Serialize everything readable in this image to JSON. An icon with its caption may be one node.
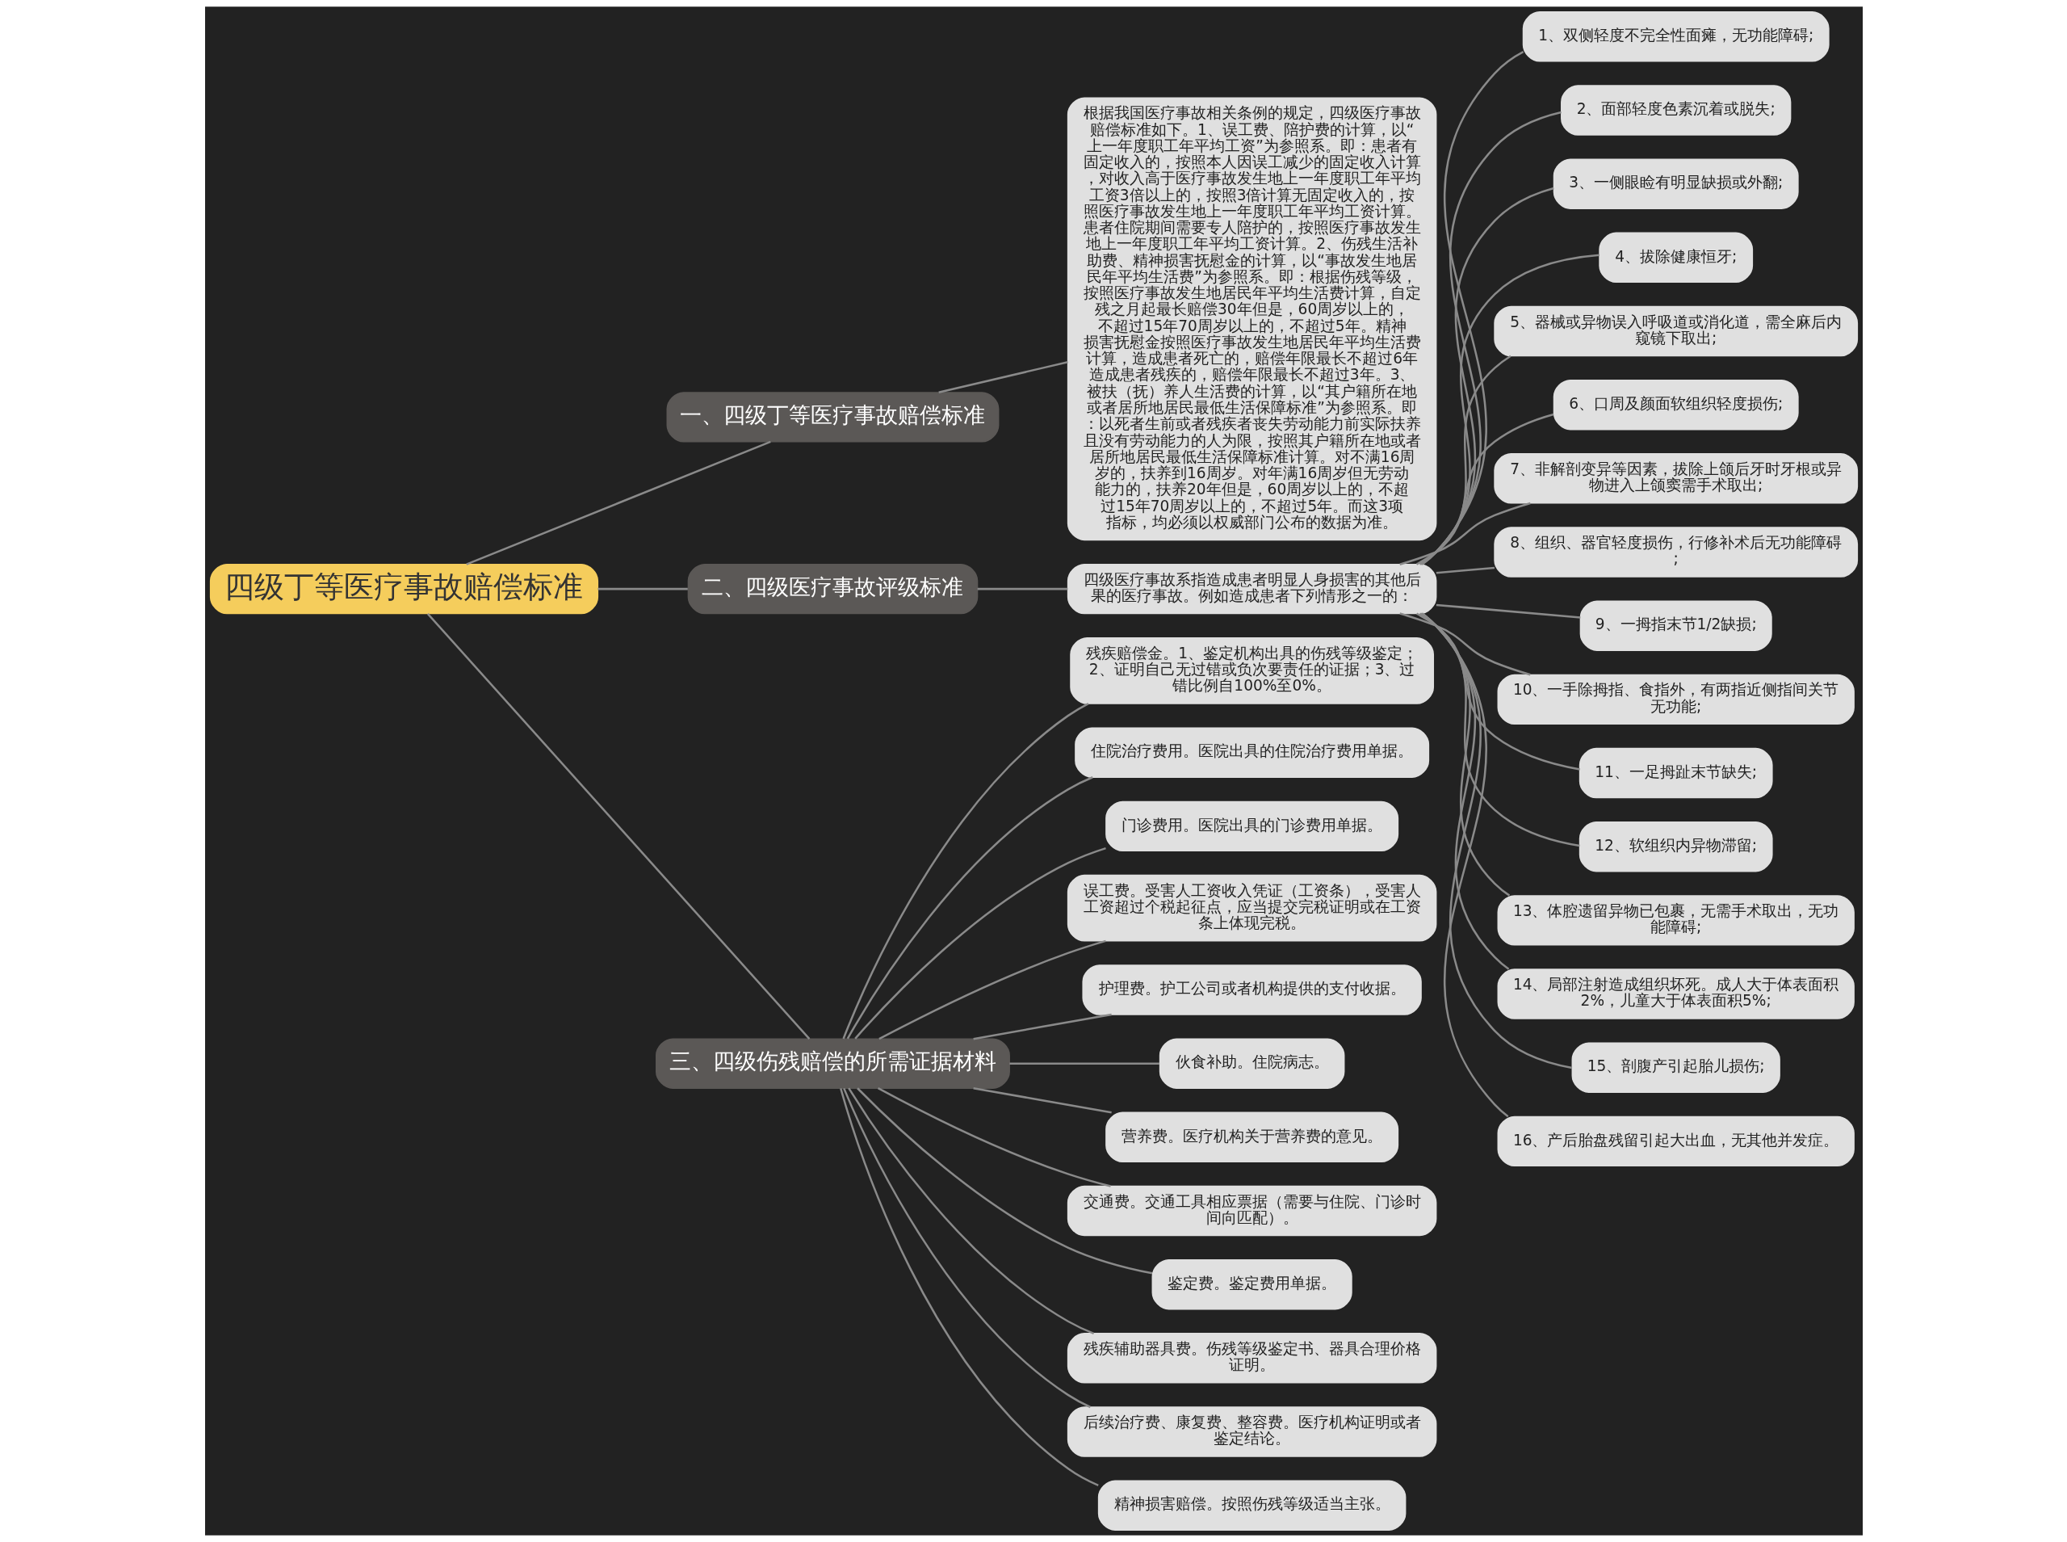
{
  "diagram": {
    "nodes": [
      {
        "text": [
          "四级丁等医疗事故赔偿标准"
        ]
      },
      {
        "text": [
          "一、四级丁等医疗事故赔偿标准"
        ]
      },
      {
        "text": [
          "根据我国医疗事故相关条例的规定，四级医疗事故赔偿标准如下。1、误工费、陪护费的计算，以“上一年度职工年平均工资”为参照系。即：患者有固定收入的，按照本人因误工减少的固定收入计算，对收入高于医疗事故发生地上一年度职工年平均工资3倍以上的，按照3倍计算无固定收入的，按照医疗事故发生地上一年度职工年平均工资计算。患者住院期间需要专人陪护的，按照医疗事故发生地上一年度职工年平均工资计算。2、伤残生活补助费、精神损害抚慰金的计算，以“事故发生地居民年平均生活费”为参照系。即：根据伤残等级，按照医疗事故发生地居民年平均生活费计算，自定残之月起最长赔偿30年但是，60周岁以上的，不超过15年70周岁以上的，不超过5年。精神损害抚慰金按照医疗事故发生地居民年平均生活费计算，造成患者死亡的，赔偿年限最长不超过6年造成患者残疾的，赔偿年限最长不超过3年。3、被扶（抚）养人生活费的计算，以“其户籍所在地或者居所地居民最低生活保障标准”为参照系。即：以死者生前或者残疾者丧失劳动能力前实际扶养且没有劳动能力的人为限，按照其户籍所在地或者居所地居民最低生活保障标准计算。对不满16周岁的，扶养到16周岁。对年满16周岁但无劳动能力的，扶养20年但是，60周岁以上的，不超过15年70周岁以上的，不超过5年。而这3项指标，均必须以权威部门公布的数据为准。"
        ]
      },
      {
        "text": [
          "二、四级医疗事故评级标准"
        ]
      },
      {
        "text": [
          "四级医疗事故系指造成患者明显人身损害的其他后果的医疗事故。例如造成患者下列情形之一的："
        ]
      },
      {
        "text": [
          "1、双侧轻度不完全性面瘫，无功能障碍;"
        ]
      },
      {
        "text": [
          "2、面部轻度色素沉着或脱失;"
        ]
      },
      {
        "text": [
          "3、一侧眼睑有明显缺损或外翻;"
        ]
      },
      {
        "text": [
          "4、拔除健康恒牙;"
        ]
      },
      {
        "text": [
          "5、器械或异物误入呼吸道或消化道，需全麻后内窥镜下取出;"
        ]
      },
      {
        "text": [
          "6、口周及颜面软组织轻度损伤;"
        ]
      },
      {
        "text": [
          "7、非解剖变异等因素，拔除上颌后牙时牙根或异物进入上颌窦需手术取出;"
        ]
      },
      {
        "text": [
          "8、组织、器官轻度损伤，行修补术后无功能障碍;"
        ]
      },
      {
        "text": [
          "9、一拇指末节1/2缺损;"
        ]
      },
      {
        "text": [
          "10、一手除拇指、食指外，有两指近侧指间关节无功能;"
        ]
      },
      {
        "text": [
          "11、一足拇趾末节缺失;"
        ]
      },
      {
        "text": [
          "12、软组织内异物滞留;"
        ]
      },
      {
        "text": [
          "13、体腔遗留异物已包裹，无需手术取出，无功能障碍;"
        ]
      },
      {
        "text": [
          "14、局部注射造成组织坏死。成人大于体表面积2%，儿童大于体表面积5%;"
        ]
      },
      {
        "text": [
          "15、剖腹产引起胎儿损伤;"
        ]
      },
      {
        "text": [
          "16、产后胎盘残留引起大出血，无其他并发症。"
        ]
      },
      {
        "text": [
          "三、四级伤残赔偿的所需证据材料"
        ]
      },
      {
        "text": [
          "残疾赔偿金。1、鉴定机构出具的伤残等级鉴定；2、证明自己无过错或负次要责任的证据；3、过错比例自100%至0%。"
        ]
      },
      {
        "text": [
          "住院治疗费用。医院出具的住院治疗费用单据。"
        ]
      },
      {
        "text": [
          "门诊费用。医院出具的门诊费用单据。"
        ]
      },
      {
        "text": [
          "误工费。受害人工资收入凭证（工资条），受害人工资超过个税起征点，应当提交完税证明或在工资条上体现完税。"
        ]
      },
      {
        "text": [
          "护理费。护工公司或者机构提供的支付收据。"
        ]
      },
      {
        "text": [
          "伙食补助。住院病志。"
        ]
      },
      {
        "text": [
          "营养费。医疗机构关于营养费的意见。"
        ]
      },
      {
        "text": [
          "交通费。交通工具相应票据（需要与住院、门诊时间向匹配）。"
        ]
      },
      {
        "text": [
          "鉴定费。鉴定费用单据。"
        ]
      },
      {
        "text": [
          "残疾辅助器具费。伤残等级鉴定书、器具合理价格证明。"
        ]
      },
      {
        "text": [
          "后续治疗费、康复费、整容费。医疗机构证明或者鉴定结论。"
        ]
      },
      {
        "text": [
          "精神损害赔偿。按照伤残等级适当主张。"
        ]
      }
    ],
    "edges": [
      {
        "from": 0,
        "to": 1,
        "arrow": "none"
      },
      {
        "from": 1,
        "to": 2,
        "arrow": "none"
      },
      {
        "from": 0,
        "to": 3,
        "arrow": "none"
      },
      {
        "from": 3,
        "to": 4,
        "arrow": "none"
      },
      {
        "from": 4,
        "to": 5,
        "arrow": "none"
      },
      {
        "from": 4,
        "to": 6,
        "arrow": "none"
      },
      {
        "from": 4,
        "to": 7,
        "arrow": "none"
      },
      {
        "from": 4,
        "to": 8,
        "arrow": "none"
      },
      {
        "from": 4,
        "to": 9,
        "arrow": "none"
      },
      {
        "from": 4,
        "to": 10,
        "arrow": "none"
      },
      {
        "from": 4,
        "to": 11,
        "arrow": "none"
      },
      {
        "from": 4,
        "to": 12,
        "arrow": "none"
      },
      {
        "from": 4,
        "to": 13,
        "arrow": "none"
      },
      {
        "from": 4,
        "to": 14,
        "arrow": "none"
      },
      {
        "from": 4,
        "to": 15,
        "arrow": "none"
      },
      {
        "from": 4,
        "to": 16,
        "arrow": "none"
      },
      {
        "from": 4,
        "to": 17,
        "arrow": "none"
      },
      {
        "from": 4,
        "to": 18,
        "arrow": "none"
      },
      {
        "from": 4,
        "to": 19,
        "arrow": "none"
      },
      {
        "from": 4,
        "to": 20,
        "arrow": "none"
      },
      {
        "from": 0,
        "to": 21,
        "arrow": "none"
      },
      {
        "from": 21,
        "to": 22,
        "arrow": "none"
      },
      {
        "from": 21,
        "to": 23,
        "arrow": "none"
      },
      {
        "from": 21,
        "to": 24,
        "arrow": "none"
      },
      {
        "from": 21,
        "to": 25,
        "arrow": "none"
      },
      {
        "from": 21,
        "to": 26,
        "arrow": "none"
      },
      {
        "from": 21,
        "to": 27,
        "arrow": "none"
      },
      {
        "from": 21,
        "to": 28,
        "arrow": "none"
      },
      {
        "from": 21,
        "to": 29,
        "arrow": "none"
      },
      {
        "from": 21,
        "to": 30,
        "arrow": "none"
      },
      {
        "from": 21,
        "to": 31,
        "arrow": "none"
      },
      {
        "from": 21,
        "to": 32,
        "arrow": "none"
      },
      {
        "from": 21,
        "to": 33,
        "arrow": "none"
      }
    ]
  }
}
